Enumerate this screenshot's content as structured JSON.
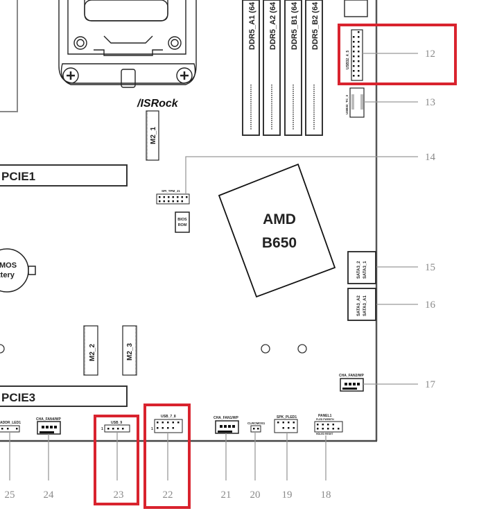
{
  "board": {
    "brand_logo": "/ISRock",
    "chipset_line1": "AMD",
    "chipset_line2": "B650",
    "highlight_color": "#d9232e",
    "callout_color": "#8a8a8a"
  },
  "memory_slots": [
    {
      "label": "DDR5_A1 (64"
    },
    {
      "label": "DDR5_A2 (64"
    },
    {
      "label": "DDR5_B1 (64"
    },
    {
      "label": "DDR5_B2 (64"
    }
  ],
  "slots": {
    "pcie1": "PCIE1",
    "pcie3": "PCIE3",
    "m2_1": "M2_1",
    "m2_2": "M2_2",
    "m2_3": "M2_3",
    "cmos_line1": "MOS",
    "cmos_line2": "ttery",
    "bios_line1": "BIOS",
    "bios_line2": "ROM"
  },
  "headers": {
    "usb32_4_5": "USB32_4_5",
    "usb32_tc_3": "USB32_TC_3",
    "spi_tpm": "SPI_TPM_J1",
    "sata_top_1": "SATA3_2",
    "sata_top_2": "SATA3_1",
    "sata_bot_1": "SATA3_A2",
    "sata_bot_2": "SATA3_A1",
    "cha_fan2": "CHA_FAN2/WP",
    "panel1": "PANEL1",
    "panel1_top": "PLED PWRBTN",
    "panel1_bottom": "HDLED RESET",
    "spk_pled": "SPK_PLED1",
    "clrcmos": "CLRCMOS1",
    "cha_fan1": "CHA_FAN1/WP",
    "usb_7_8": "USB_7_8",
    "usb_9": "USB_9",
    "cha_fan4": "CHA_FAN4/WP",
    "addr_led": "ADDR_LED1",
    "pin1": "1"
  },
  "callouts": [
    {
      "id": "12",
      "text": "12",
      "highlighted": true
    },
    {
      "id": "13",
      "text": "13",
      "highlighted": false
    },
    {
      "id": "14",
      "text": "14",
      "highlighted": false
    },
    {
      "id": "15",
      "text": "15",
      "highlighted": false
    },
    {
      "id": "16",
      "text": "16",
      "highlighted": false
    },
    {
      "id": "17",
      "text": "17",
      "highlighted": false
    },
    {
      "id": "18",
      "text": "18",
      "highlighted": false
    },
    {
      "id": "19",
      "text": "19",
      "highlighted": false
    },
    {
      "id": "20",
      "text": "20",
      "highlighted": false
    },
    {
      "id": "21",
      "text": "21",
      "highlighted": false
    },
    {
      "id": "22",
      "text": "22",
      "highlighted": true
    },
    {
      "id": "23",
      "text": "23",
      "highlighted": true
    },
    {
      "id": "24",
      "text": "24",
      "highlighted": false
    },
    {
      "id": "25",
      "text": "25",
      "highlighted": false
    }
  ]
}
